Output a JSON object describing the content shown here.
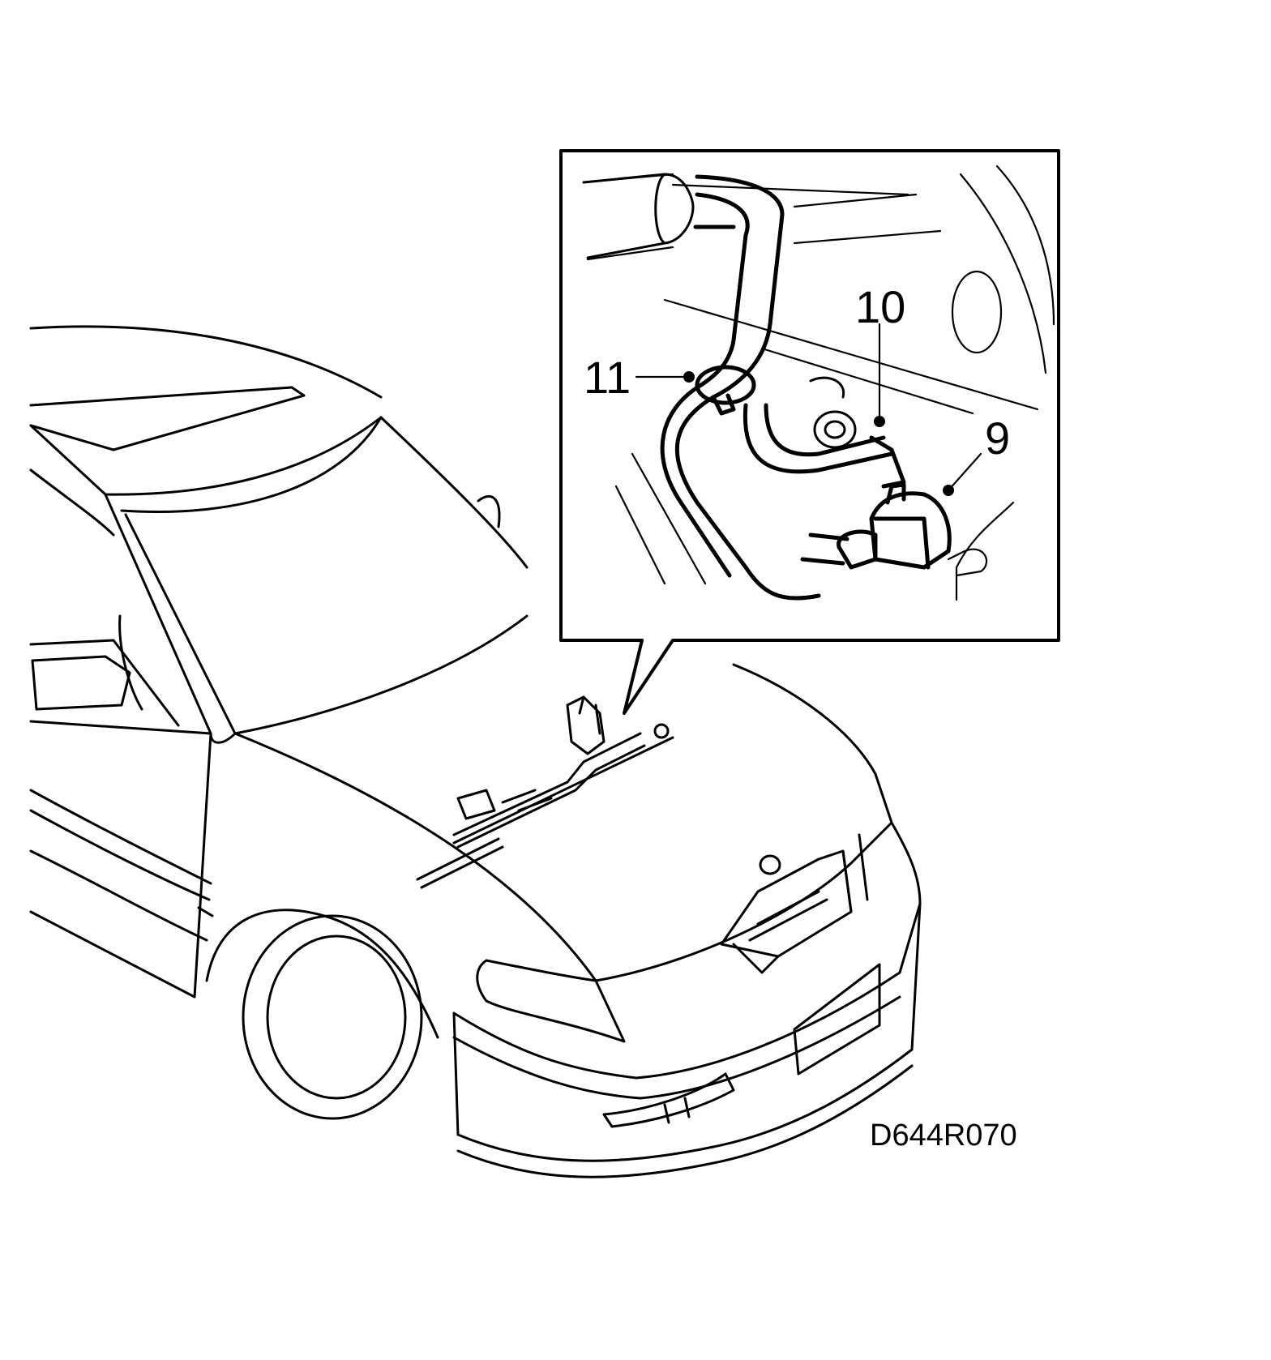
{
  "diagram": {
    "figure_code": "D644R070",
    "callouts": [
      {
        "id": "callout-11",
        "label": "11"
      },
      {
        "id": "callout-10",
        "label": "10"
      },
      {
        "id": "callout-9",
        "label": "9"
      }
    ]
  }
}
